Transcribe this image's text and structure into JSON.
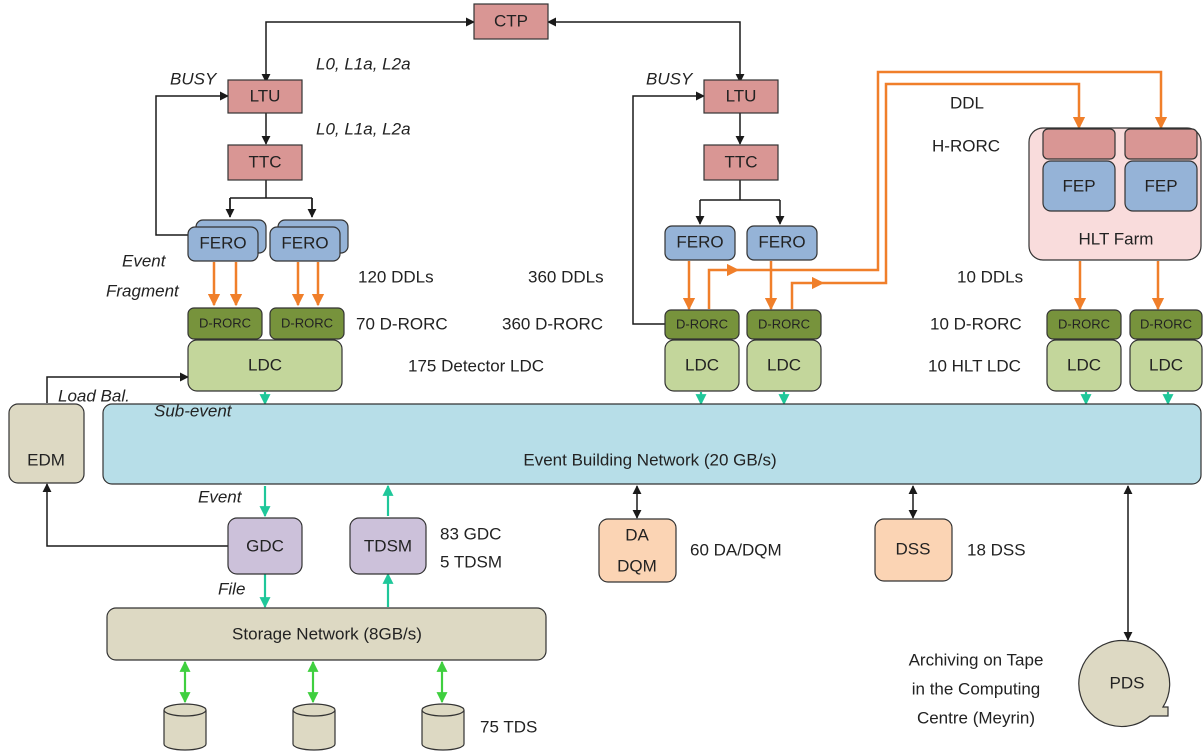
{
  "colors": {
    "trigger": "#d99694",
    "fero": "#95b3d7",
    "drorc": "#77933c",
    "ldc": "#c3d69b",
    "network": "#b7dee8",
    "tan": "#ddd9c3",
    "purple": "#ccc1da",
    "peach": "#fbd4b4",
    "hlt_farm": "#f9dcdc",
    "orange_arrow": "#f07f2a",
    "teal_arrow": "#1fc79a",
    "green_arrow": "#3fcf3f"
  },
  "icons": {
    "tds": "database-cylinder-icon",
    "pds": "tape-reel-icon"
  },
  "boxes": {
    "ctp": "CTP",
    "ltu": "LTU",
    "ttc": "TTC",
    "fero": "FERO",
    "drorc": "D-RORC",
    "ldc": "LDC",
    "fep": "FEP",
    "hlt_farm": "HLT Farm",
    "event_building_network": "Event Building Network (20 GB/s)",
    "edm": "EDM",
    "gdc": "GDC",
    "tdsm": "TDSM",
    "da_line1": "DA",
    "da_line2": "DQM",
    "dss": "DSS",
    "storage_network": "Storage Network (8GB/s)",
    "pds": "PDS"
  },
  "signals": {
    "busy": "BUSY",
    "triggers": "L0, L1a, L2a",
    "event_line1": "Event",
    "event_line2": "Fragment",
    "load_bal": "Load Bal.",
    "sub_event": "Sub-event",
    "event": "Event",
    "file": "File"
  },
  "counts": {
    "ddls_120": "120 DDLs",
    "drorc_70": "70 D-RORC",
    "ldc_175": "175 Detector LDC",
    "ddls_360": "360 DDLs",
    "drorc_360": "360 D-RORC",
    "ddl": "DDL",
    "hrorc": "H-RORC",
    "ddls_10": "10 DDLs",
    "drorc_10": "10 D-RORC",
    "hlt_ldc_10": "10 HLT LDC",
    "gdc_83": "83 GDC",
    "tdsm_5": "5 TDSM",
    "da_dqm_60": "60 DA/DQM",
    "dss_18": "18 DSS",
    "tds_75": "75 TDS"
  },
  "archive_note": [
    "Archiving on Tape",
    "in the Computing",
    "Centre (Meyrin)"
  ]
}
